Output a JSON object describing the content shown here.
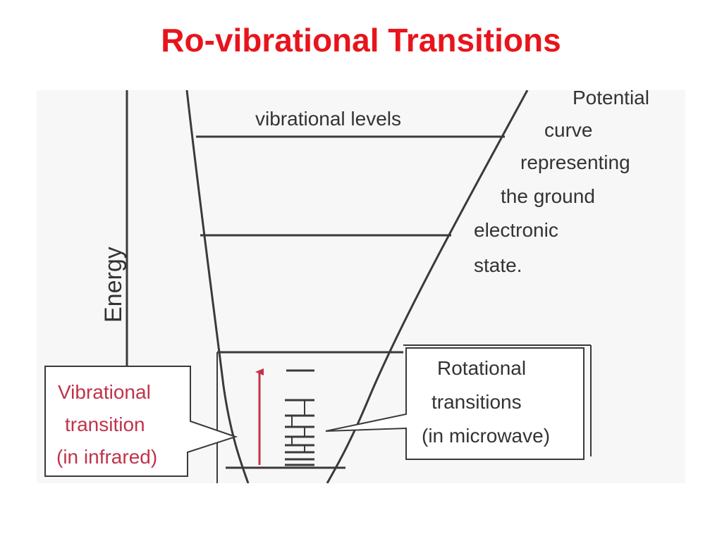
{
  "slide": {
    "title": "Ro-vibrational Transitions",
    "title_color": "#e8141c"
  },
  "diagram": {
    "axis_label": "Energy",
    "vibrational_levels_label": "vibrational levels",
    "potential_curve_label": [
      "Potential",
      "curve",
      "representing",
      "the ground",
      "electronic",
      "state."
    ],
    "vibrational_transition_label": [
      "Vibrational",
      "transition",
      "(in infrared)"
    ],
    "rotational_transitions_label": [
      "Rotational",
      "transitions",
      "(in microwave)"
    ],
    "line_color": "#3a3a3a",
    "arrow_color": "#c0334a",
    "vibrational_label_color": "#c0334a"
  }
}
